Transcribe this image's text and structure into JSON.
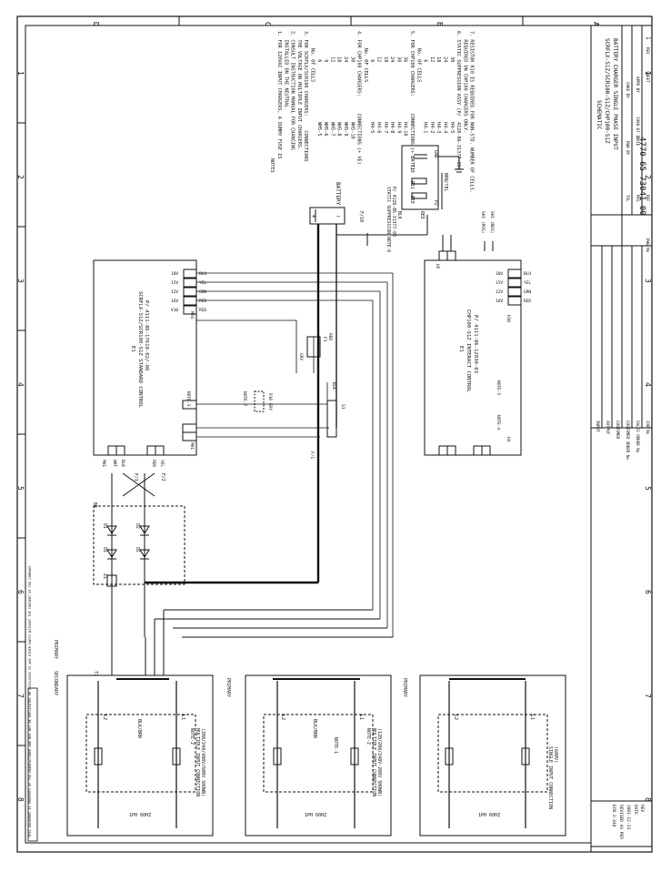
{
  "zones_top": [
    "D",
    "C",
    "B",
    "A"
  ],
  "zones_side": [
    "1",
    "2",
    "3",
    "4",
    "5",
    "6",
    "7",
    "8"
  ],
  "notes": {
    "heading": "NOTES",
    "lines": [
      "1. FOR 120VAC INPUT CHARGERS, A DUMMY FUSE IS",
      "   INSTALLED ON THE NEUTRAL.",
      "2. CONSULT INSTRUCTION MANUAL FOR CHANGING",
      "   THE VOLTAGE ON MULTIPLE INPUT CHARGERS.",
      "3. FOR SCRFLX/SCR100 CHARGERS:     CONNECTIONS",
      "      No. OF CELLS",
      "          6                     WH5-5",
      "          9                     WH5-6",
      "         12                     WH5-7",
      "         18                     WH5-8",
      "         24                     WH5-9",
      "         30                     WH5-10",
      "4. FOR CHP100 CHARGERS:      CONNECTIONS (+ VE)",
      "      No. OF CELLS",
      "          6                     H4-5",
      "         12                     H4-6",
      "         18                     H4-7",
      "         24                     H4-8",
      "         30                     H4-9",
      "         36                     H4-10",
      "5. FOR CHP100 CHARGERS:      CONNECTIONS (+ BATT)",
      "      No. OF CELLS",
      "          6                     H4-1",
      "         12                     H4-2",
      "         18                     H4-3",
      "         24                     H4-4",
      "         30                     H4-5",
      "6. STATIC SUPPRESSION ASSY (P/  4120-86-31377-00)",
      "   REQUIRED ON CHP100 CHARGERS ONLY.",
      "7. RESISTOR R10 IS REQUIRED FOR NON-STD. NUMBER OF CELLS."
    ]
  },
  "battery": {
    "label": "BATTERY"
  },
  "suppression": {
    "label1": "STATIC SUPPRESSION NOTE-6",
    "label2": "P/  4120-86-31377-00",
    "c10": "C10",
    "r11": "R11",
    "r10": "R10",
    "gnd": "GND",
    "p2": "P2",
    "brn_yel": "BRN/YEL",
    "blk": "BLK",
    "red": "RED",
    "fuse": "F/10"
  },
  "board_left": {
    "title1": "E1",
    "title2": "SCRFLX-S1Z/SCR100-S1Z STANDARD CONTROL",
    "title3": "P/  4111-86-17610-02/-06",
    "mh4": "MH4",
    "mh1": "MH1",
    "note3": "NOTE-3",
    "outputs": [
      "10V",
      "15V",
      "12V",
      "16V",
      "V10"
    ],
    "wire_colors": [
      "BLU",
      "YEL",
      "GRN",
      "RED",
      "RED"
    ]
  },
  "board_right": {
    "title1": "E1",
    "title2": "CHP100-S1Z INTERACT CONTROL",
    "title3": "P/  4111-86-12830-03",
    "h10": "H10",
    "h4": "H4",
    "h1": "H1",
    "h5": "H5",
    "note5": "NOTE-5",
    "note4": "NOTE-4",
    "outputs": [
      "10V",
      "15V",
      "12V",
      "16V"
    ],
    "wire_colors": [
      "BLU",
      "YEL",
      "GRN",
      "RED"
    ],
    "sh_pos": "SH1 (POS)",
    "sh_neg": "SH1 (NEG)"
  },
  "parts": {
    "r10_note7": "NOTE-7",
    "r10_gry": "R10 GRY",
    "f1": "F/1",
    "f2": "F/2",
    "f3": "F/3",
    "f10": "F10",
    "br": "BR",
    "d1a": "D1",
    "d2a": "D2",
    "d1b": "D1",
    "d2b": "D2",
    "z1": "Z1",
    "s1": "S1"
  },
  "transformers": {
    "primary": "PRIMARY",
    "secondary": "SECONDARY",
    "t1": "T1",
    "blk_brn": "BLK/BRN",
    "left_title": "MULTIPLE INPUT CONNECTION",
    "left_sub": "(208/240/480V/600V SHOWN)",
    "mid_title": "MULTIPLE INPUT CONNECTION",
    "mid_sub": "(120/208/240V-208V SHOWN)",
    "right_title": "SINGLE INPUT CONNECTION",
    "right_sub": "(600V)",
    "note2": "NOTE-2",
    "note1": "NOTE-1",
    "hz": "1PH 60HZ",
    "l1": "L1",
    "l2": "L2",
    "f": "F"
  },
  "left_strip": "THIS DOCUMENT IS PROPERTY OF THE MANUFACTURER AND MAY NOT BE DUPLICATED OR DISCLOSED TO ANY OTHER PARTY WITHOUT THE CONSENT OF THE COMPANY",
  "title_block": {
    "schematic": "SCHEMATIC",
    "title1": "SCRFLX-S1Z/SCR100-S1Z/CHP100-S1Z",
    "title2": "BATTERY CHARGER SINGLE PHASE INPUT",
    "tol": "TOL",
    "dwn_by": "DWN BY",
    "chkd_by": "CHKD BY",
    "appd_by": "APPD BY",
    "mfg": "MFG",
    "ref": "REF",
    "date": "DATE",
    "date_val": "1998-07-12",
    "rev": "REV",
    "rev_val": "1",
    "sheet": "SHEET",
    "dwg_no_label": "DWG No",
    "dwg_no": "4770-65-73041-00",
    "input": "INPUT",
    "output": "OUTPUT",
    "customer": "CUSTOMER",
    "cust_order": "CUSTOMER ORDER No",
    "sales_order": "SALES ORDER No",
    "job": "JOB No"
  },
  "rev_block": {
    "rev": "REV",
    "date": "DATE",
    "date_val": "2001-12-13",
    "desc": "REVISED AS PER",
    "ecn": "ECN 2-448"
  }
}
